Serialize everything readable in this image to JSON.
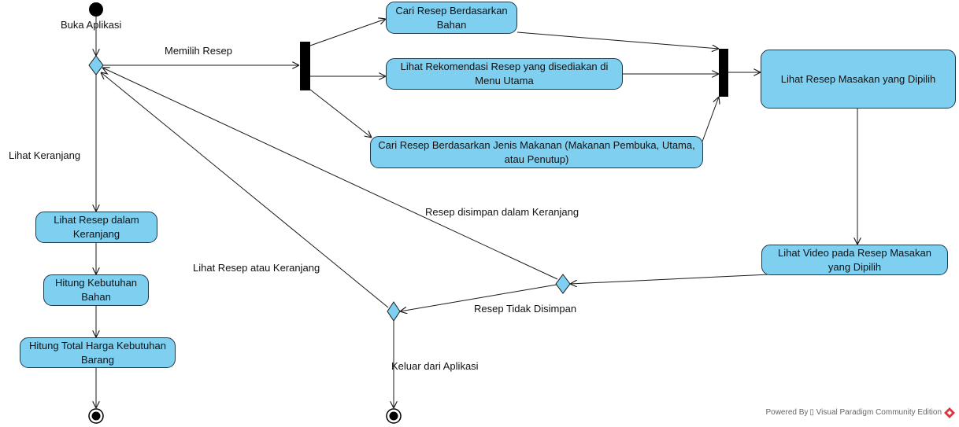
{
  "diagram": {
    "labels": {
      "start": "Buka Aplikasi",
      "choose_recipe": "Memilih Resep",
      "view_cart": "Lihat Keranjang",
      "saved_in_cart": "Resep disimpan dalam Keranjang",
      "view_recipe_or_cart": "Lihat Resep atau Keranjang",
      "not_saved": "Resep Tidak Disimpan",
      "exit_app": "Keluar dari Aplikasi"
    },
    "activities": {
      "search_by_ingredient": "Cari Resep Berdasarkan Bahan",
      "main_menu_recommendation": "Lihat Rekomendasi Resep yang disediakan di Menu Utama",
      "search_by_food_type": "Cari Resep Berdasarkan Jenis Makanan (Makanan Pembuka, Utama, atau Penutup)",
      "view_selected_recipe": "Lihat Resep Masakan yang Dipilih",
      "view_recipe_video": "Lihat Video pada Resep Masakan yang Dipilih",
      "view_recipe_in_cart": "Lihat Resep dalam Keranjang",
      "count_ingredients": "Hitung Kebutuhan Bahan",
      "count_total_price": "Hitung Total Harga Kebutuhan Barang"
    }
  },
  "footer": {
    "powered_by": "Powered By ▯ Visual Paradigm Community Edition"
  },
  "colors": {
    "activity_fill": "#7ecff0",
    "decision_fill": "#7ecff0",
    "line": "#1a1a1a",
    "logo": "#d9363e"
  }
}
